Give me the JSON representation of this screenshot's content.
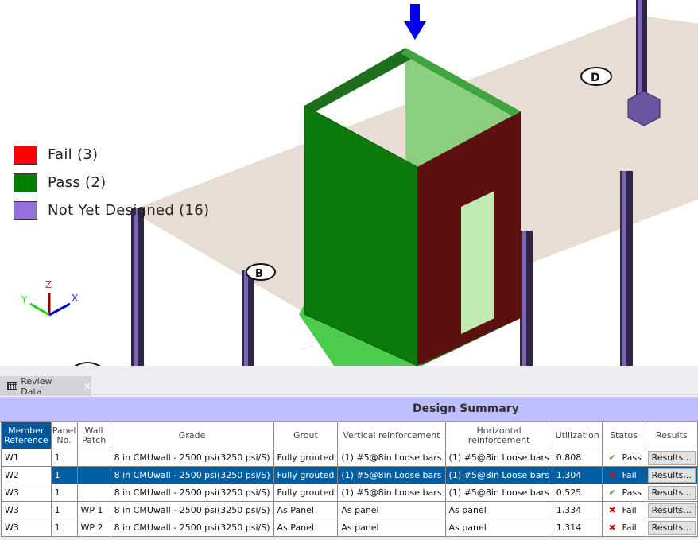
{
  "legend": [
    {
      "label": "Fail (3)",
      "color": "#ff0000"
    },
    {
      "label": "Pass (2)",
      "color": "#008000"
    },
    {
      "label": "Not Yet Designed (16)",
      "color": "#9370db"
    }
  ],
  "axes": {
    "x": "X",
    "y": "Y",
    "z": "Z"
  },
  "grid_labels": {
    "d": "D",
    "b": "B"
  },
  "tab": {
    "label": "Review Data",
    "close": "✕"
  },
  "banner": {
    "title": "Design Summary"
  },
  "table": {
    "headers": [
      "Member Reference",
      "Panel No.",
      "Wall Patch",
      "Grade",
      "Grout",
      "Vertical reinforcement",
      "Horizontal reinforcement",
      "Utilization",
      "Status",
      "Results"
    ],
    "rows": [
      {
        "member": "W1",
        "panel": "1",
        "patch": "",
        "grade": "8 in CMUwall - 2500 psi(3250 psi/S)",
        "grout": "Fully grouted",
        "vert": "(1) #5@8in Loose bars",
        "horiz": "(1) #5@8in Loose bars",
        "util": "0.808",
        "status": "Pass",
        "results": "Results..."
      },
      {
        "member": "W2",
        "panel": "1",
        "patch": "",
        "grade": "8 in CMUwall - 2500 psi(3250 psi/S)",
        "grout": "Fully grouted",
        "vert": "(1) #5@8in Loose bars",
        "horiz": "(1) #5@8in Loose bars",
        "util": "1.304",
        "status": "Fail",
        "results": "Results..."
      },
      {
        "member": "W3",
        "panel": "1",
        "patch": "",
        "grade": "8 in CMUwall - 2500 psi(3250 psi/S)",
        "grout": "Fully grouted",
        "vert": "(1) #5@8in Loose bars",
        "horiz": "(1) #5@8in Loose bars",
        "util": "0.525",
        "status": "Pass",
        "results": "Results..."
      },
      {
        "member": "W3",
        "panel": "1",
        "patch": "WP 1",
        "grade": "8 in CMUwall - 2500 psi(3250 psi/S)",
        "grout": "As Panel",
        "vert": "As panel",
        "horiz": "As panel",
        "util": "1.334",
        "status": "Fail",
        "results": "Results..."
      },
      {
        "member": "W3",
        "panel": "1",
        "patch": "WP 2",
        "grade": "8 in CMUwall - 2500 psi(3250 psi/S)",
        "grout": "As Panel",
        "vert": "As panel",
        "horiz": "As panel",
        "util": "1.314",
        "status": "Fail",
        "results": "Results..."
      }
    ],
    "selected_row": 1
  }
}
